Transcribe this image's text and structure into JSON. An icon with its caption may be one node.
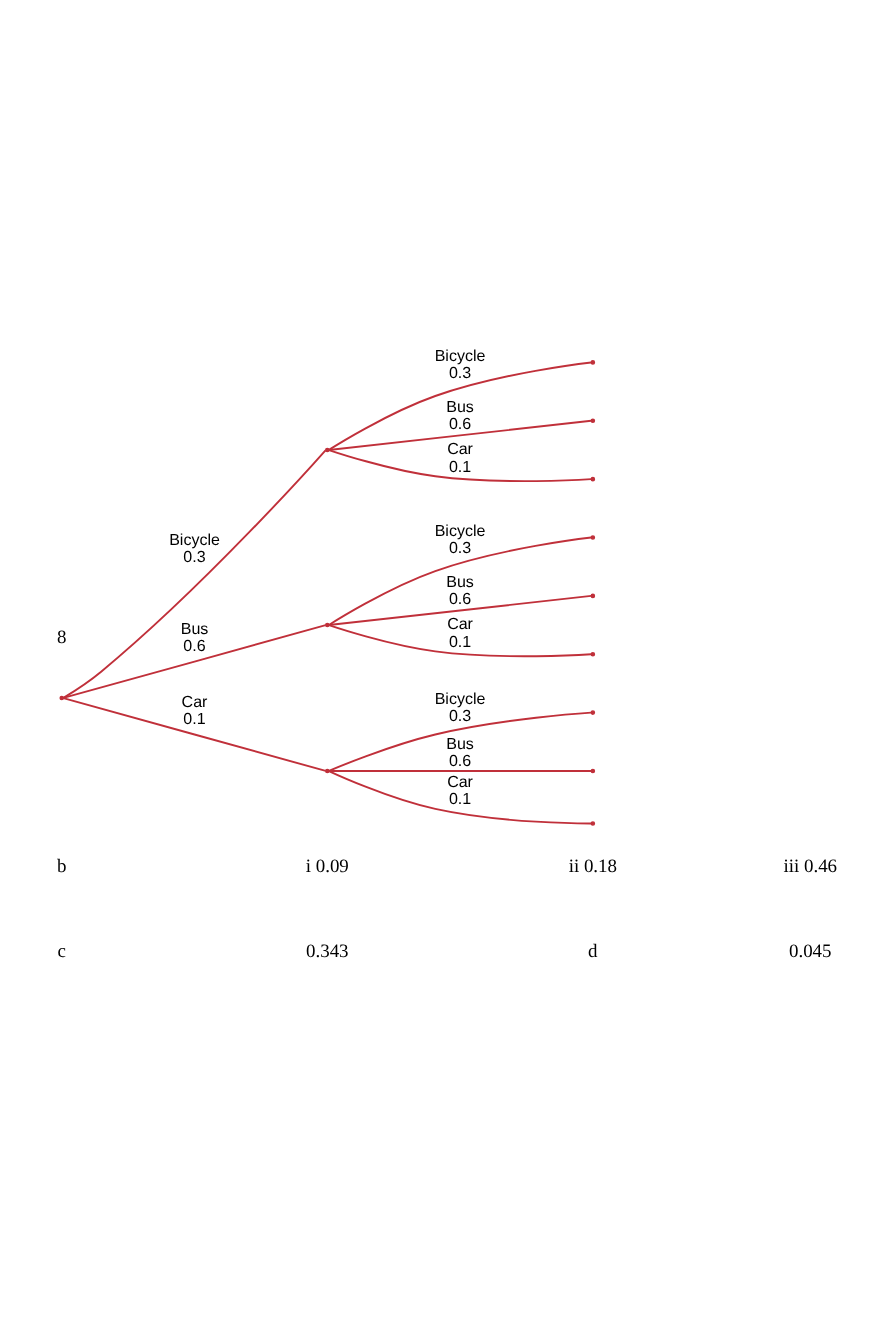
{
  "diagram": {
    "nodes": [
      {
        "text": [],
        "shape": "point"
      },
      {
        "text": [],
        "shape": "point"
      },
      {
        "text": [],
        "shape": "point"
      },
      {
        "text": [],
        "shape": "point"
      },
      {
        "text": [],
        "shape": "point"
      },
      {
        "text": [],
        "shape": "point"
      },
      {
        "text": [],
        "shape": "point"
      },
      {
        "text": [],
        "shape": "point"
      },
      {
        "text": [],
        "shape": "point"
      },
      {
        "text": [],
        "shape": "point"
      },
      {
        "text": [],
        "shape": "point"
      },
      {
        "text": [],
        "shape": "point"
      },
      {
        "text": [],
        "shape": "point"
      }
    ],
    "edges": [
      {
        "from": 0,
        "to": 1,
        "arrow": "none",
        "label": "Bicycle 0.3",
        "color": "#c0303a"
      },
      {
        "from": 0,
        "to": 2,
        "arrow": "none",
        "label": "Bus 0.6",
        "color": "#c0303a"
      },
      {
        "from": 0,
        "to": 3,
        "arrow": "none",
        "label": "Car 0.1",
        "color": "#c0303a"
      },
      {
        "from": 1,
        "to": 4,
        "arrow": "none",
        "label": "Bicycle 0.3",
        "color": "#c0303a"
      },
      {
        "from": 1,
        "to": 5,
        "arrow": "none",
        "label": "Bus 0.6",
        "color": "#c0303a"
      },
      {
        "from": 1,
        "to": 6,
        "arrow": "none",
        "label": "Car 0.1",
        "color": "#c0303a"
      },
      {
        "from": 2,
        "to": 7,
        "arrow": "none",
        "label": "Bicycle 0.3",
        "color": "#c0303a"
      },
      {
        "from": 2,
        "to": 8,
        "arrow": "none",
        "label": "Bus 0.6",
        "color": "#c0303a"
      },
      {
        "from": 2,
        "to": 9,
        "arrow": "none",
        "label": "Car 0.1",
        "color": "#c0303a"
      },
      {
        "from": 3,
        "to": 10,
        "arrow": "none",
        "label": "Bicycle 0.3",
        "color": "#c0303a"
      },
      {
        "from": 3,
        "to": 11,
        "arrow": "none",
        "label": "Bus 0.6",
        "color": "#c0303a"
      },
      {
        "from": 3,
        "to": 12,
        "arrow": "none",
        "label": "Car 0.1",
        "color": "#c0303a"
      }
    ],
    "labels": [
      "8",
      "b",
      "i 0.09",
      "ii 0.18",
      "iii 0.46",
      "c",
      "0.343",
      "d",
      "0.045"
    ]
  }
}
